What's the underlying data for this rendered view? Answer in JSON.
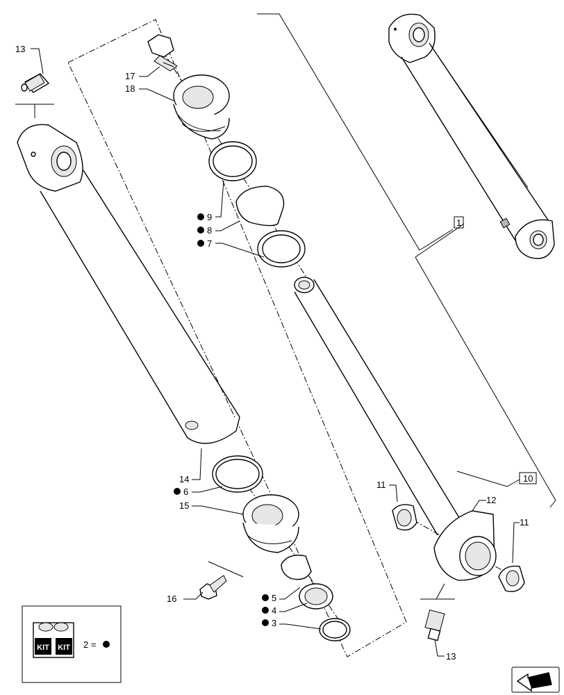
{
  "callouts": {
    "c1": "1",
    "c2_legend": "2 =",
    "c3": "3",
    "c4": "4",
    "c5": "5",
    "c6": "6",
    "c7": "7",
    "c8": "8",
    "c9": "9",
    "c10": "10",
    "c11_left": "11",
    "c11_right": "11",
    "c12": "12",
    "c13_top": "13",
    "c13_bottom": "13",
    "c14": "14",
    "c15": "15",
    "c16": "16",
    "c17": "17",
    "c18": "18"
  },
  "kit_box": {
    "kit_label_1": "KIT",
    "kit_label_2": "KIT"
  },
  "icons": {
    "kit_marker": "filled-circle-icon",
    "nav_arrow": "arrow-left-icon"
  }
}
